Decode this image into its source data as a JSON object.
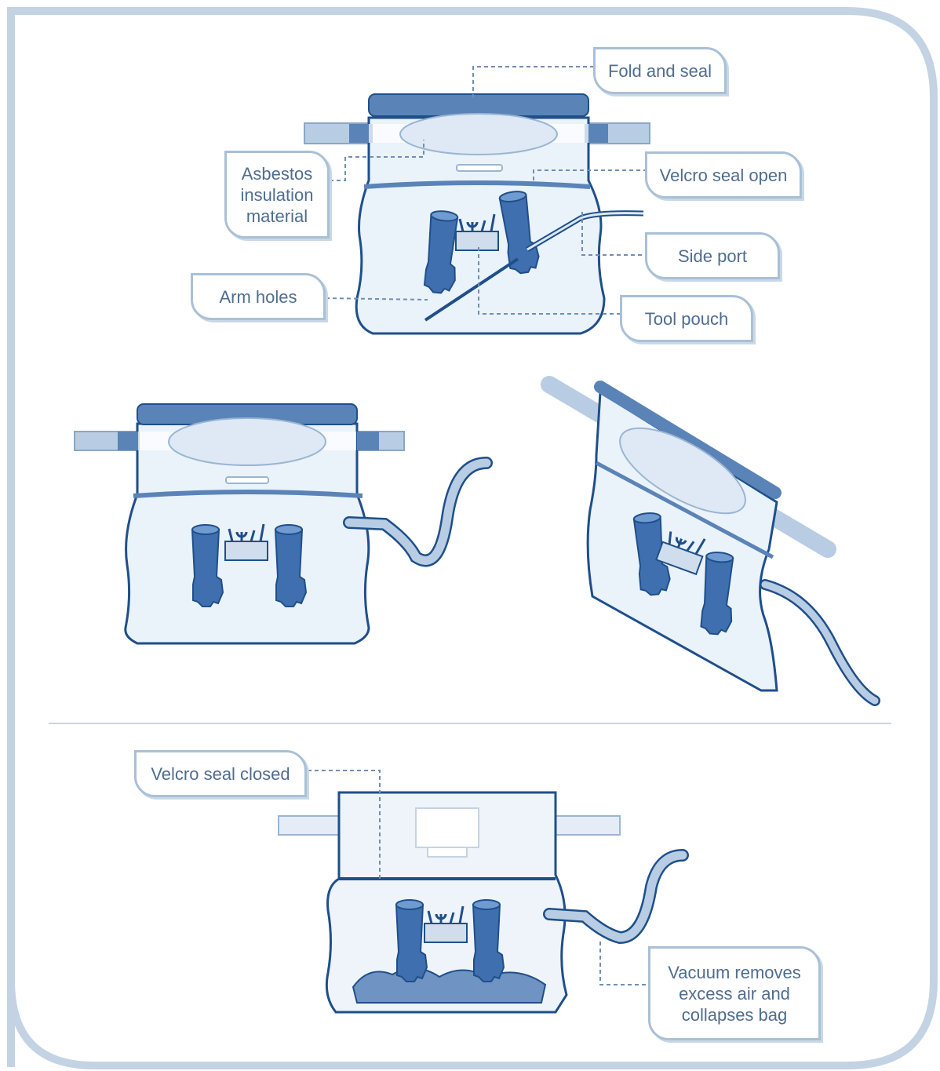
{
  "colors": {
    "outline": "#1f4f8a",
    "bag_fill": "#eaf2fa",
    "band": "#5a83b8",
    "glove": "#3f6fae",
    "leader": "#6f8fb3",
    "callout_border": "#a9c0d6",
    "callout_text": "#4f6d8f",
    "frame": "#c3d3e3",
    "divider": "#c9d6e2"
  },
  "icons": {
    "glove": "glove-icon",
    "tools": "tool-pouch-icon",
    "pipe": "pipe-icon",
    "hose": "vacuum-hose-icon"
  },
  "callouts": {
    "fold_and_seal": "Fold and seal",
    "asbestos": "Asbestos\ninsulation\nmaterial",
    "velcro_open": "Velcro seal open",
    "side_port": "Side port",
    "arm_holes": "Arm holes",
    "tool_pouch": "Tool pouch",
    "velcro_closed": "Velcro seal closed",
    "vacuum": "Vacuum removes\nexcess air and\ncollapses bag"
  }
}
